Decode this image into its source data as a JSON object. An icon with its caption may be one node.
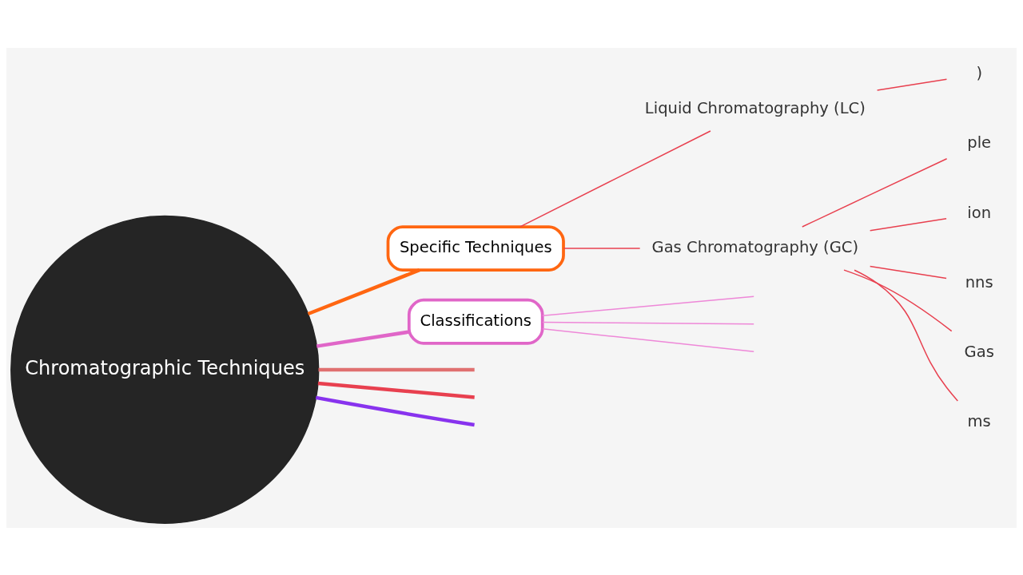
{
  "diagram": {
    "nodes": [
      {
        "text": [
          "Chromatographic Techniques"
        ]
      },
      {
        "text": [
          "Specific Techniques"
        ]
      },
      {
        "text": [
          "Classifications"
        ]
      },
      {
        "text": [
          "Liquid Chromatography (LC)"
        ]
      },
      {
        "text": [
          ")"
        ]
      },
      {
        "text": [
          "Gas Chromatography (GC)"
        ]
      },
      {
        "text": [
          "ple"
        ]
      },
      {
        "text": [
          "ion"
        ]
      },
      {
        "text": [
          "nns"
        ]
      },
      {
        "text": [
          "Gas"
        ]
      },
      {
        "text": [
          "ms"
        ]
      }
    ],
    "edges": [
      {
        "from": 0,
        "to": 1,
        "arrow": "none",
        "style": "thick",
        "color": "#ff6611"
      },
      {
        "from": 0,
        "to": 2,
        "arrow": "none",
        "style": "thick",
        "color": "#e066c8"
      },
      {
        "from": 0,
        "to": null,
        "arrow": "none",
        "style": "thick",
        "color": "#8833ee"
      },
      {
        "from": 0,
        "to": null,
        "arrow": "none",
        "style": "thick",
        "color": "#e8404f"
      },
      {
        "from": 0,
        "to": null,
        "arrow": "none",
        "style": "thick",
        "color": "#e07070"
      },
      {
        "from": 2,
        "to": null,
        "arrow": "none",
        "color": "#ee88d8"
      },
      {
        "from": 2,
        "to": null,
        "arrow": "none",
        "color": "#ee88d8"
      },
      {
        "from": 2,
        "to": null,
        "arrow": "none",
        "color": "#ee88d8"
      },
      {
        "from": 1,
        "to": 3,
        "arrow": "none",
        "color": "#e8404f"
      },
      {
        "from": 1,
        "to": 5,
        "arrow": "none",
        "color": "#e8404f"
      },
      {
        "from": 3,
        "to": 4,
        "arrow": "none",
        "color": "#e8404f"
      },
      {
        "from": 5,
        "to": 6,
        "arrow": "none",
        "color": "#e8404f"
      },
      {
        "from": 5,
        "to": 7,
        "arrow": "none",
        "color": "#e8404f"
      },
      {
        "from": 5,
        "to": 8,
        "arrow": "none",
        "color": "#e8404f"
      },
      {
        "from": 5,
        "to": 9,
        "arrow": "none",
        "color": "#e8404f"
      },
      {
        "from": 5,
        "to": 10,
        "arrow": "none",
        "color": "#e8404f"
      }
    ]
  }
}
